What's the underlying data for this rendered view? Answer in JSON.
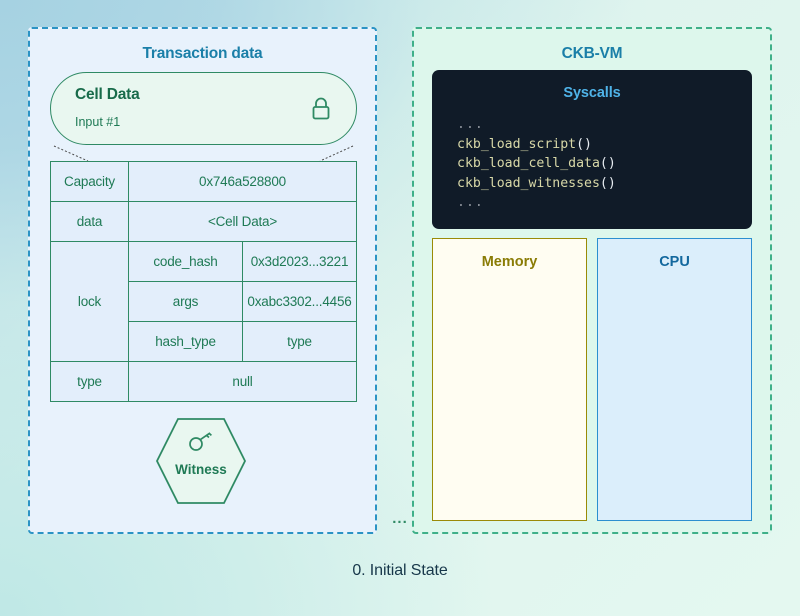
{
  "caption": "0. Initial State",
  "transaction_panel": {
    "title": "Transaction data",
    "cell": {
      "title": "Cell Data",
      "subtitle": "Input #1",
      "lock_icon": "lock-icon"
    },
    "table": {
      "rows": [
        {
          "key": "Capacity",
          "value": "0x746a528800"
        },
        {
          "key": "data",
          "value": "<Cell Data>"
        },
        {
          "key": "lock",
          "sub_rows": [
            {
              "key": "code_hash",
              "value": "0x3d2023...3221"
            },
            {
              "key": "args",
              "value": "0xabc3302...4456"
            },
            {
              "key": "hash_type",
              "value": "type"
            }
          ]
        },
        {
          "key": "type",
          "value": "null"
        }
      ]
    },
    "witness": {
      "label": "Witness",
      "icon": "key-icon"
    },
    "ellipsis": "..."
  },
  "vm_panel": {
    "title": "CKB-VM",
    "syscalls": {
      "title": "Syscalls",
      "lines": [
        {
          "text": "...",
          "kind": "dots"
        },
        {
          "text": "ckb_load_script",
          "kind": "call"
        },
        {
          "text": "ckb_load_cell_data",
          "kind": "call"
        },
        {
          "text": "ckb_load_witnesses",
          "kind": "call"
        },
        {
          "text": "...",
          "kind": "dots"
        }
      ]
    },
    "memory": {
      "title": "Memory"
    },
    "cpu": {
      "title": "CPU"
    }
  },
  "colors": {
    "panel_blue_border": "#2b93c4",
    "panel_green_border": "#3fb089",
    "title_teal": "#1a7fa8",
    "green_text": "#1f7a55",
    "syscalls_bg": "#101b28",
    "syscalls_title": "#4fb3e8",
    "code_yellow": "#d8d8a8",
    "memory_border": "#9a8b07",
    "cpu_border": "#2b8fd0",
    "caption": "#17374a"
  }
}
